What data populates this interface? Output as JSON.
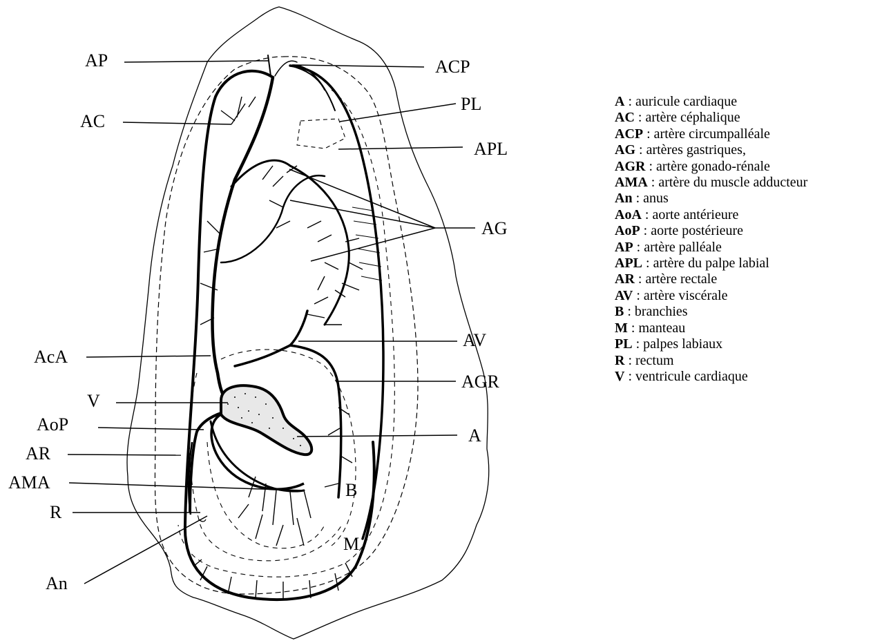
{
  "labels": {
    "AP": "AP",
    "ACP": "ACP",
    "AC": "AC",
    "PL": "PL",
    "APL": "APL",
    "AG": "AG",
    "AV": "AV",
    "AcA": "AcA",
    "AGR": "AGR",
    "V": "V",
    "AoP": "AoP",
    "A": "A",
    "AR": "AR",
    "AMA": "AMA",
    "B": "B",
    "R": "R",
    "M": "M",
    "An": "An"
  },
  "legend": [
    {
      "abbr": "A",
      "sep": " : ",
      "text": "auricule cardiaque"
    },
    {
      "abbr": "AC",
      "sep": " : ",
      "text": "artère céphalique"
    },
    {
      "abbr": "ACP",
      "sep": " : ",
      "text": "artère circumpalléale"
    },
    {
      "abbr": "AG",
      "sep": " : ",
      "text": "artères gastriques,"
    },
    {
      "abbr": "AGR",
      "sep": " : ",
      "text": "artère gonado-rénale"
    },
    {
      "abbr": "AMA",
      "sep": " : ",
      "text": "artère du muscle adducteur"
    },
    {
      "abbr": "An",
      "sep": " : ",
      "text": "anus"
    },
    {
      "abbr": "AoA",
      "sep": " : ",
      "text": "aorte antérieure"
    },
    {
      "abbr": "AoP",
      "sep": " : ",
      "text": "aorte postérieure"
    },
    {
      "abbr": "AP",
      "sep": " : ",
      "text": "artère palléale"
    },
    {
      "abbr": "APL",
      "sep": " : ",
      "text": "artère du palpe labial"
    },
    {
      "abbr": "AR",
      "sep": " : ",
      "text": "artère rectale"
    },
    {
      "abbr": "AV",
      "sep": " : ",
      "text": "artère viscérale"
    },
    {
      "abbr": "B",
      "sep": " : ",
      "text": "branchies"
    },
    {
      "abbr": "M",
      "sep": " : ",
      "text": "manteau"
    },
    {
      "abbr": "PL",
      "sep": " : ",
      "text": "palpes labiaux"
    },
    {
      "abbr": "R",
      "sep": " : ",
      "text": "rectum"
    },
    {
      "abbr": "V",
      "sep": " : ",
      "text": "ventricule cardiaque"
    }
  ]
}
